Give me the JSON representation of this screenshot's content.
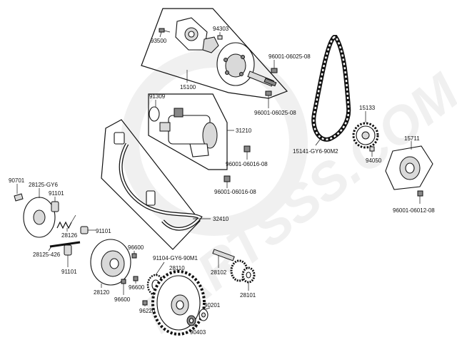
{
  "watermark": {
    "text": "PARTSSS.COM"
  },
  "callouts": {
    "p93500": "93500",
    "p94303": "94303",
    "p96001_06025_08_a": "96001-06025-08",
    "p15100": "15100",
    "p96001_06025_08_b": "96001-06025-08",
    "p91309": "91309",
    "p31210": "31210",
    "p96001_06016_08_a": "96001-06016-08",
    "p96001_06016_08_b": "96001-06016-08",
    "p32410": "32410",
    "p15133": "15133",
    "p15141": "15141-GY6-90M2",
    "p94050": "94050",
    "p15711": "15711",
    "p96001_06012_08": "96001-06012-08",
    "p90701": "90701",
    "p28125_gy6": "28125-GY6",
    "p91101_a": "91101",
    "p28126": "28126",
    "p91101_b": "91101",
    "p28125_426": "28125-426",
    "p91101_c": "91101",
    "p96600_a": "96600",
    "p91104": "91104-GY6-90M1",
    "p28110": "28110",
    "p28102": "28102",
    "p28120": "28120",
    "p96600_b": "96600",
    "p96600_c": "96600",
    "p96220": "96220",
    "p90201": "90201",
    "p28101": "28101",
    "p90403": "90403"
  }
}
